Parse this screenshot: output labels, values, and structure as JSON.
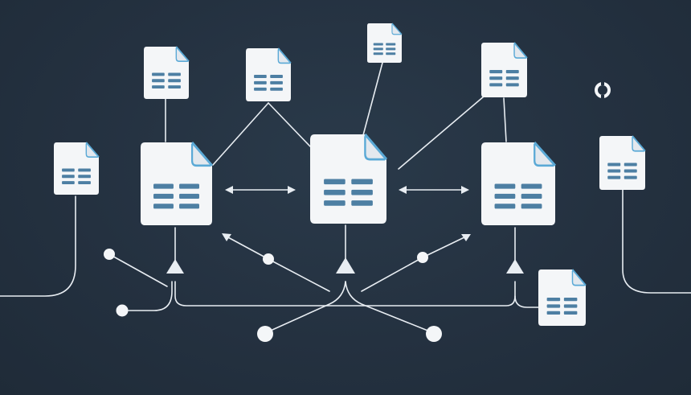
{
  "diagram": {
    "background": "#243140",
    "doc_fill": "#f4f6f8",
    "doc_fold": "#5aa9d6",
    "doc_lines": "#4d7fa3",
    "connector": "#e8edf2",
    "nodes": [
      {
        "id": "doc-main-left",
        "size": "large"
      },
      {
        "id": "doc-main-center",
        "size": "large"
      },
      {
        "id": "doc-main-right",
        "size": "large"
      },
      {
        "id": "doc-top-left",
        "size": "small"
      },
      {
        "id": "doc-top-mid-left",
        "size": "small"
      },
      {
        "id": "doc-top-center",
        "size": "small"
      },
      {
        "id": "doc-top-right",
        "size": "small"
      },
      {
        "id": "doc-far-left",
        "size": "small"
      },
      {
        "id": "doc-far-right",
        "size": "small"
      },
      {
        "id": "doc-bottom-right",
        "size": "small"
      }
    ],
    "icons": [
      "document-icon",
      "bidirectional-arrow-icon",
      "upload-arrow-icon",
      "network-node-icon",
      "ring-icon"
    ]
  }
}
